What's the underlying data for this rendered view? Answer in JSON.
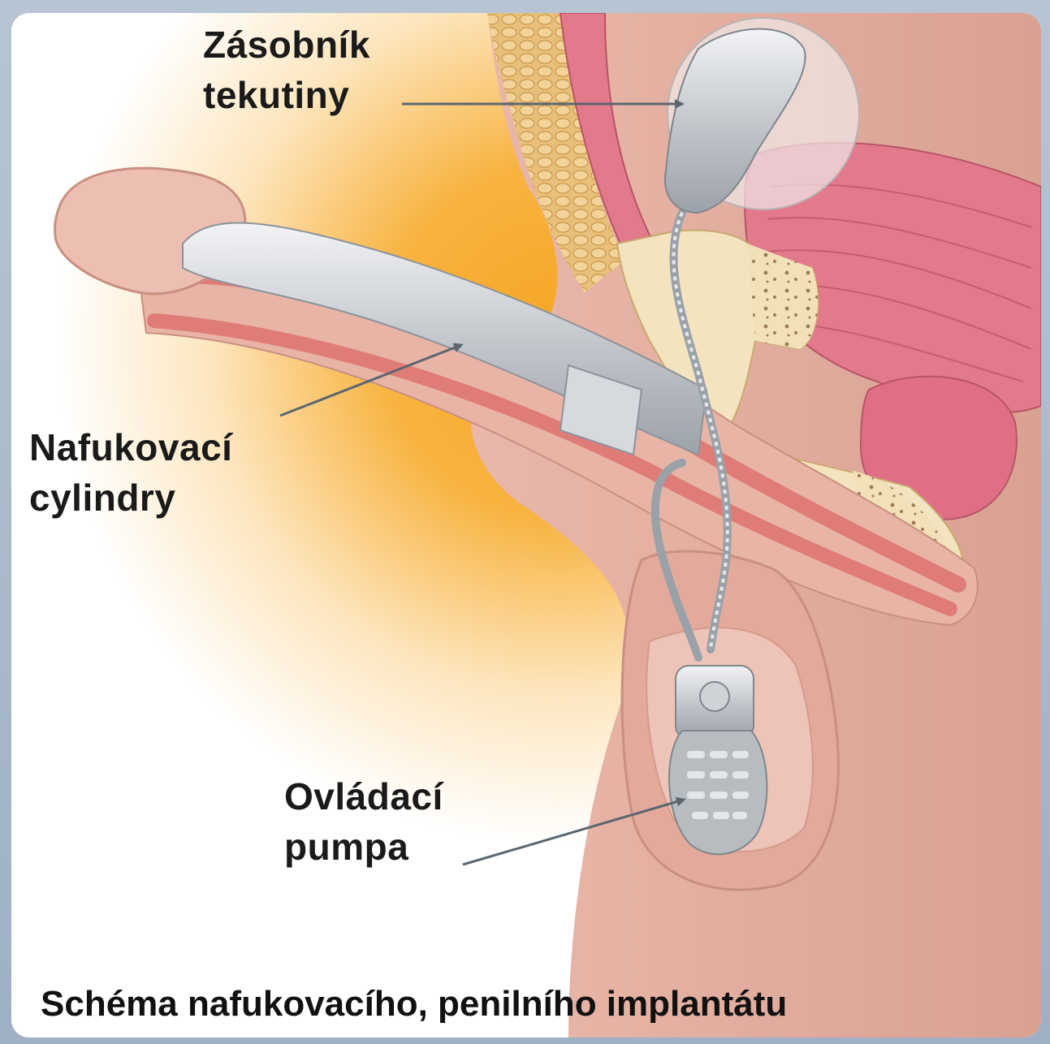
{
  "labels": {
    "reservoir": {
      "line1": "Zásobník",
      "line2": "tekutiny"
    },
    "cylinders": {
      "line1": "Nafukovací",
      "line2": "cylindry"
    },
    "pump": {
      "line1": "Ovládací",
      "line2": "pumpa"
    }
  },
  "caption": "Schéma nafukovacího, penilního implantátu",
  "colors": {
    "glow": "#f5a623",
    "skin": "#e8b4a6",
    "skin_dark": "#d39a8c",
    "muscle": "#e27a8c",
    "bone": "#f3e3bf",
    "implant": "#c9cdd2",
    "bladder": "#e06f86"
  }
}
